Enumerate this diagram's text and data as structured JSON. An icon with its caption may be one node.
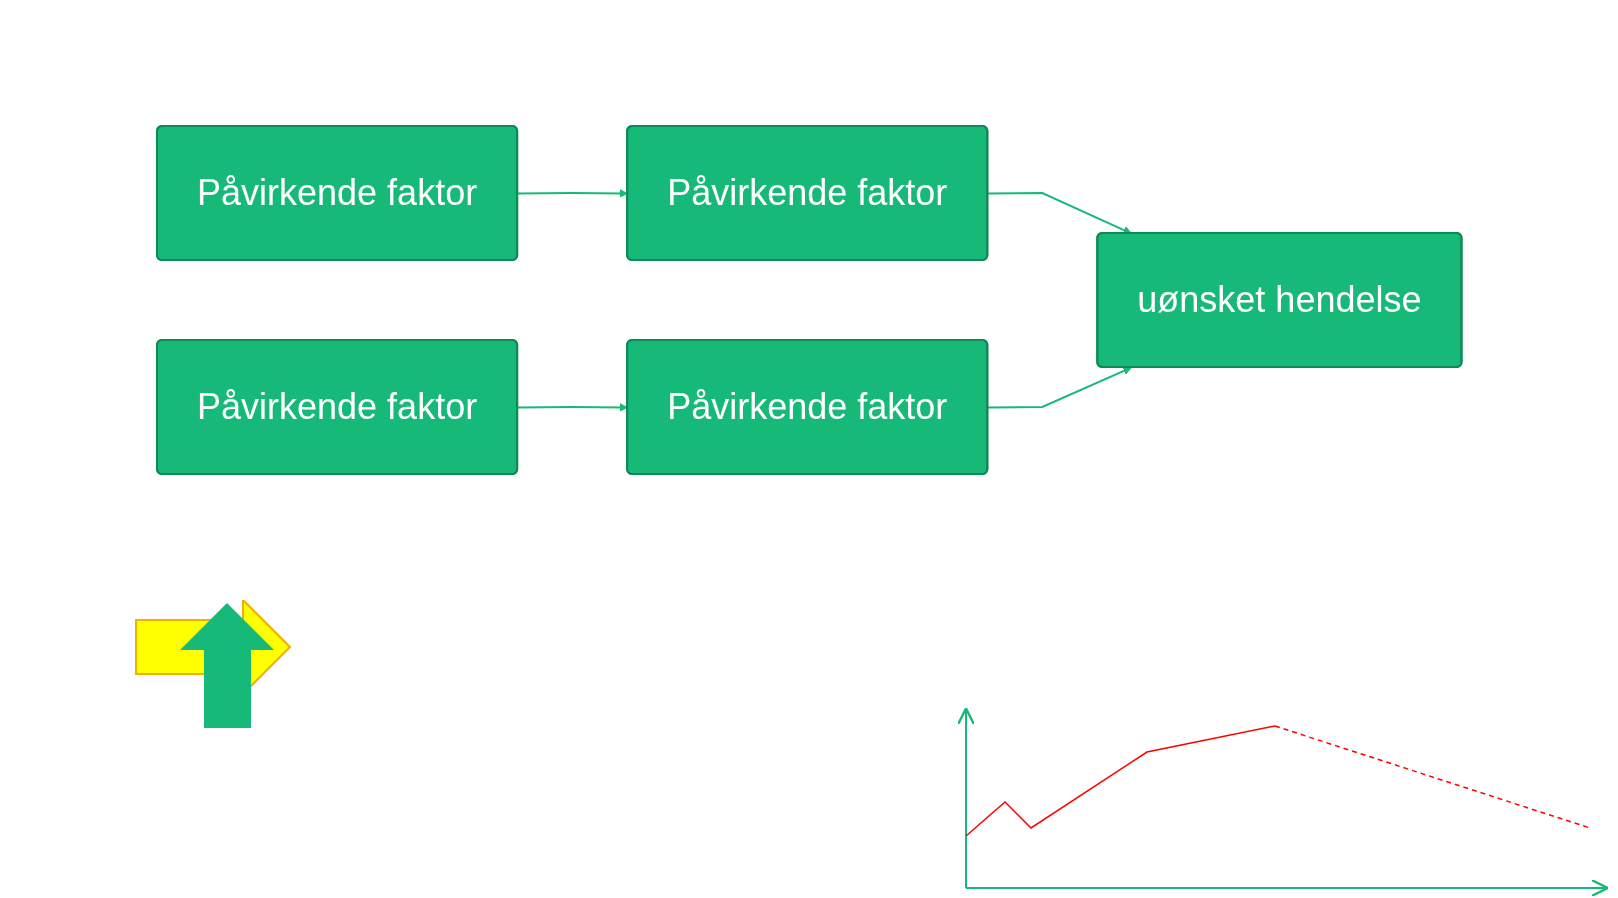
{
  "diagram": {
    "nodes": [
      {
        "text": [
          "Påvirkende faktor"
        ]
      },
      {
        "text": [
          "Påvirkende faktor"
        ]
      },
      {
        "text": [
          "Påvirkende faktor"
        ]
      },
      {
        "text": [
          "Påvirkende faktor"
        ]
      },
      {
        "text": [
          "uønsket hendelse"
        ]
      }
    ],
    "edges": [
      {
        "from": 0,
        "to": 1,
        "arrow": "to"
      },
      {
        "from": 2,
        "to": 3,
        "arrow": "to"
      },
      {
        "from": 1,
        "to": 4,
        "arrow": "to"
      },
      {
        "from": 3,
        "to": 4,
        "arrow": "to"
      }
    ]
  }
}
